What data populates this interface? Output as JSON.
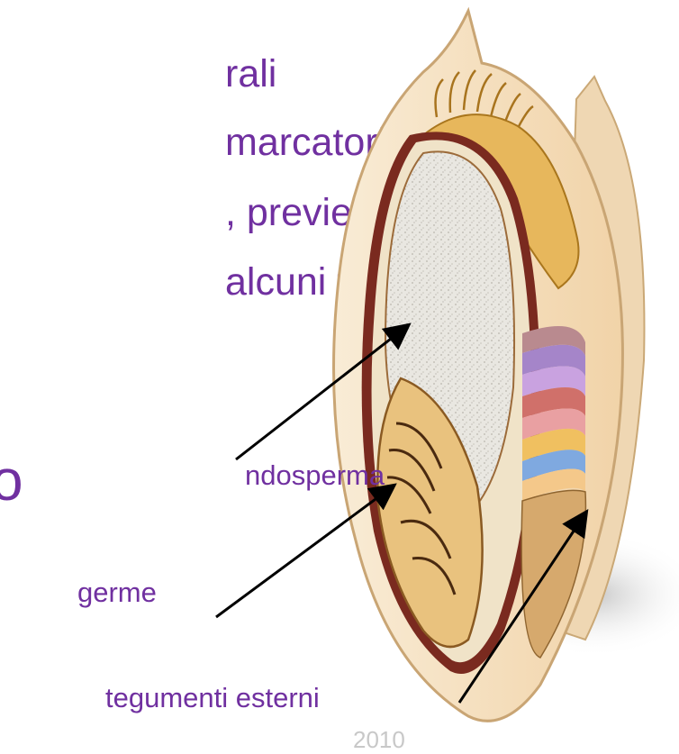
{
  "body_lines": [
    "rali",
    " marcatori",
    ", previene",
    " alcuni tipi"
  ],
  "fragment_o": "o",
  "labels": {
    "endosperm": "ndosperma",
    "germ": "germe",
    "outer_layers": "tegumenti esterni"
  },
  "footer_fragment": "2010",
  "colors": {
    "text": "#7030a0",
    "endosperm": "#e8e6df",
    "husk": "#f7e3c3",
    "germ": "#e9c27e",
    "hair": "#d69a2e"
  }
}
